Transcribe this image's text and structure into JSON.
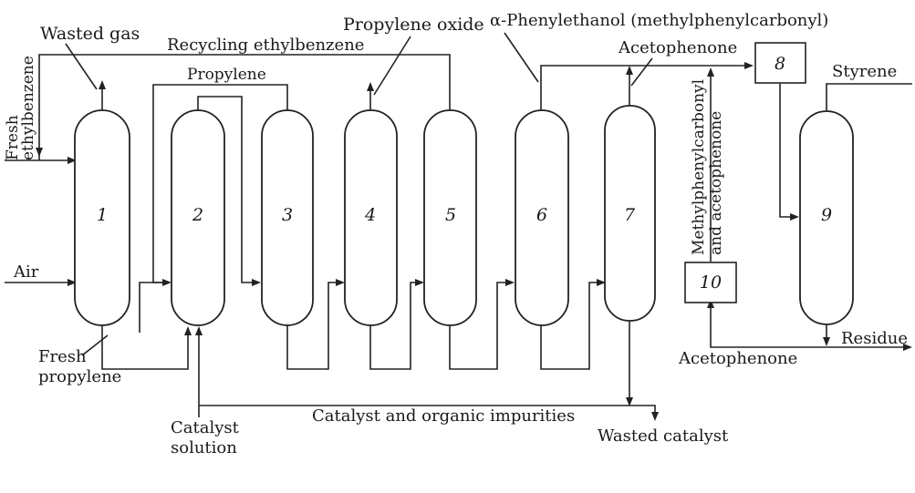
{
  "units": {
    "u1": "1",
    "u2": "2",
    "u3": "3",
    "u4": "4",
    "u5": "5",
    "u6": "6",
    "u7": "7",
    "u8": "8",
    "u9": "9",
    "u10": "10"
  },
  "streams": {
    "fresh_ethylbenzene_1": "Fresh",
    "fresh_ethylbenzene_2": "ethylbenzene",
    "wasted_gas": "Wasted gas",
    "recycling_ethylbenzene": "Recycling ethylbenzene",
    "propylene": "Propylene",
    "propylene_oxide": "Propylene oxide",
    "phenylethanol": "α-Phenylethanol (methylphenylcarbonyl)",
    "acetophenone_top": "Acetophenone",
    "methylphenylcarbonyl_1": "Methylphenylcarbonyl",
    "methylphenylcarbonyl_2": "and acetophenone",
    "styrene": "Styrene",
    "air": "Air",
    "fresh_propylene_1": "Fresh",
    "fresh_propylene_2": "propylene",
    "residue": "Residue",
    "acetophenone_bottom": "Acetophenone",
    "catalyst_impurities": "Catalyst and organic impurities",
    "catalyst_solution_1": "Catalyst",
    "catalyst_solution_2": "solution",
    "wasted_catalyst": "Wasted catalyst"
  }
}
